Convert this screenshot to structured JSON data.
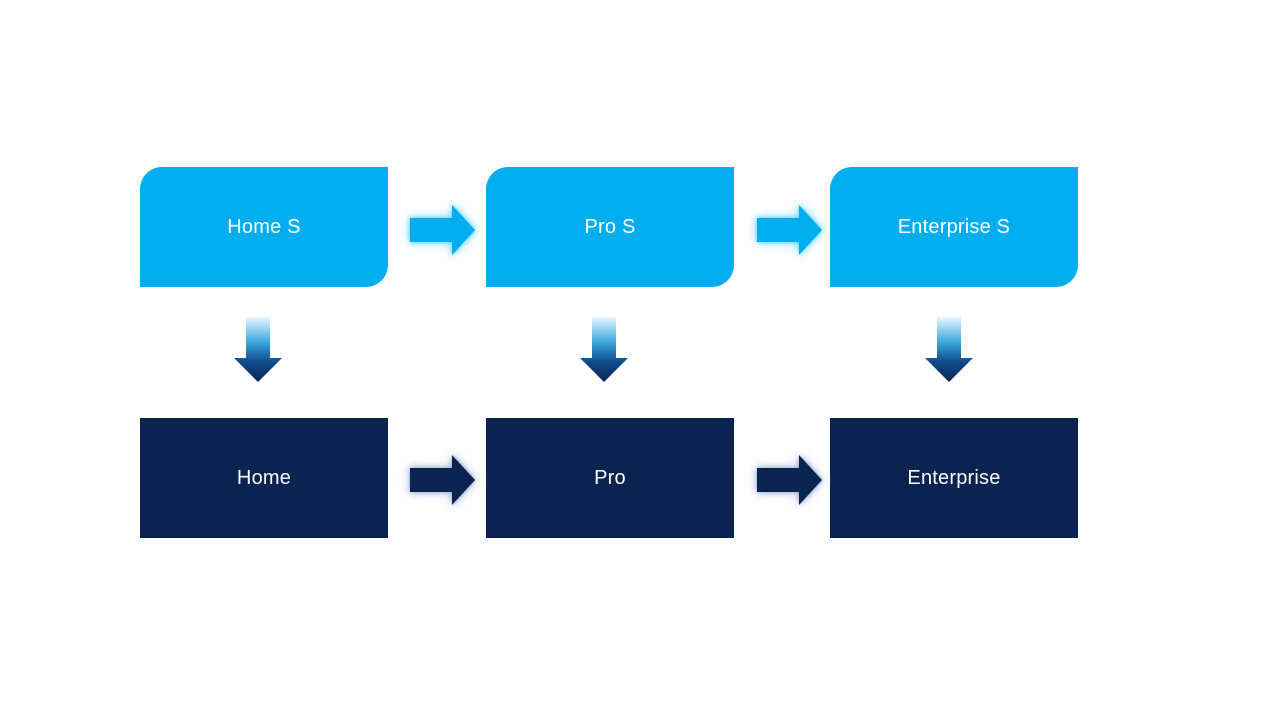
{
  "page": {
    "background": "#FFFFFF"
  },
  "colors": {
    "light_blue": "#00ADEF",
    "dark_navy": "#0A2351",
    "box_text": "#FFFFFF",
    "top_arrow_glow": "#50CDFF",
    "bottom_arrow_glow": "#8CA0CD",
    "v_gradient_top": "#E9F7FE",
    "v_gradient_mid": "#3FA9E1",
    "v_gradient_low": "#0E4E8E",
    "v_gradient_bottom": "#0A2351"
  },
  "diagram": {
    "columns": [
      {
        "top_label": "Home S",
        "bottom_label": "Home"
      },
      {
        "top_label": "Pro S",
        "bottom_label": "Pro"
      },
      {
        "top_label": "Enterprise S",
        "bottom_label": "Enterprise"
      }
    ]
  }
}
